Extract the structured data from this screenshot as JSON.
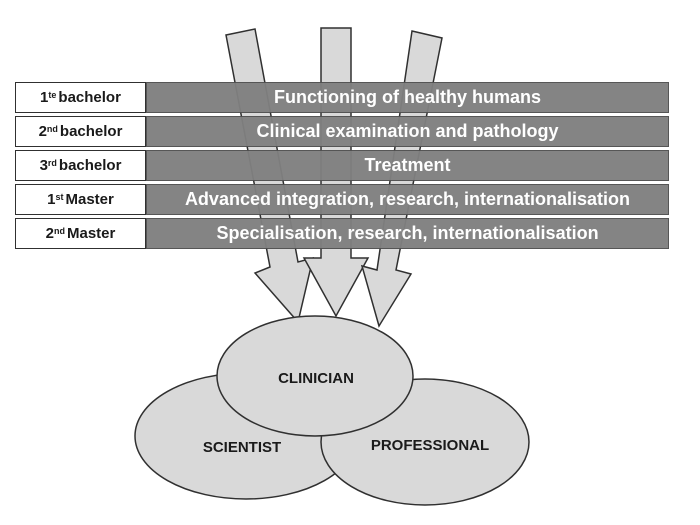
{
  "rows": [
    {
      "ord": "1",
      "sup": "te",
      "rest": "bachelor",
      "bar": "Functioning of healthy humans"
    },
    {
      "ord": "2",
      "sup": "nd",
      "rest": "bachelor",
      "bar": "Clinical examination and pathology"
    },
    {
      "ord": "3",
      "sup": "rd",
      "rest": "bachelor",
      "bar": "Treatment"
    },
    {
      "ord": "1",
      "sup": "st",
      "rest": "Master",
      "bar": "Advanced integration, research, internationalisation"
    },
    {
      "ord": "2",
      "sup": "nd",
      "rest": "Master",
      "bar": "Specialisation, research, internationalisation"
    }
  ],
  "roles": {
    "clinician": "CLINICIAN",
    "scientist": "SCIENTIST",
    "professional": "PROFESSIONAL"
  },
  "colors": {
    "bar_fill": "#808080",
    "arrow_fill": "#d9d9d9",
    "ellipse_fill": "#d9d9d9",
    "outline": "#303030"
  }
}
